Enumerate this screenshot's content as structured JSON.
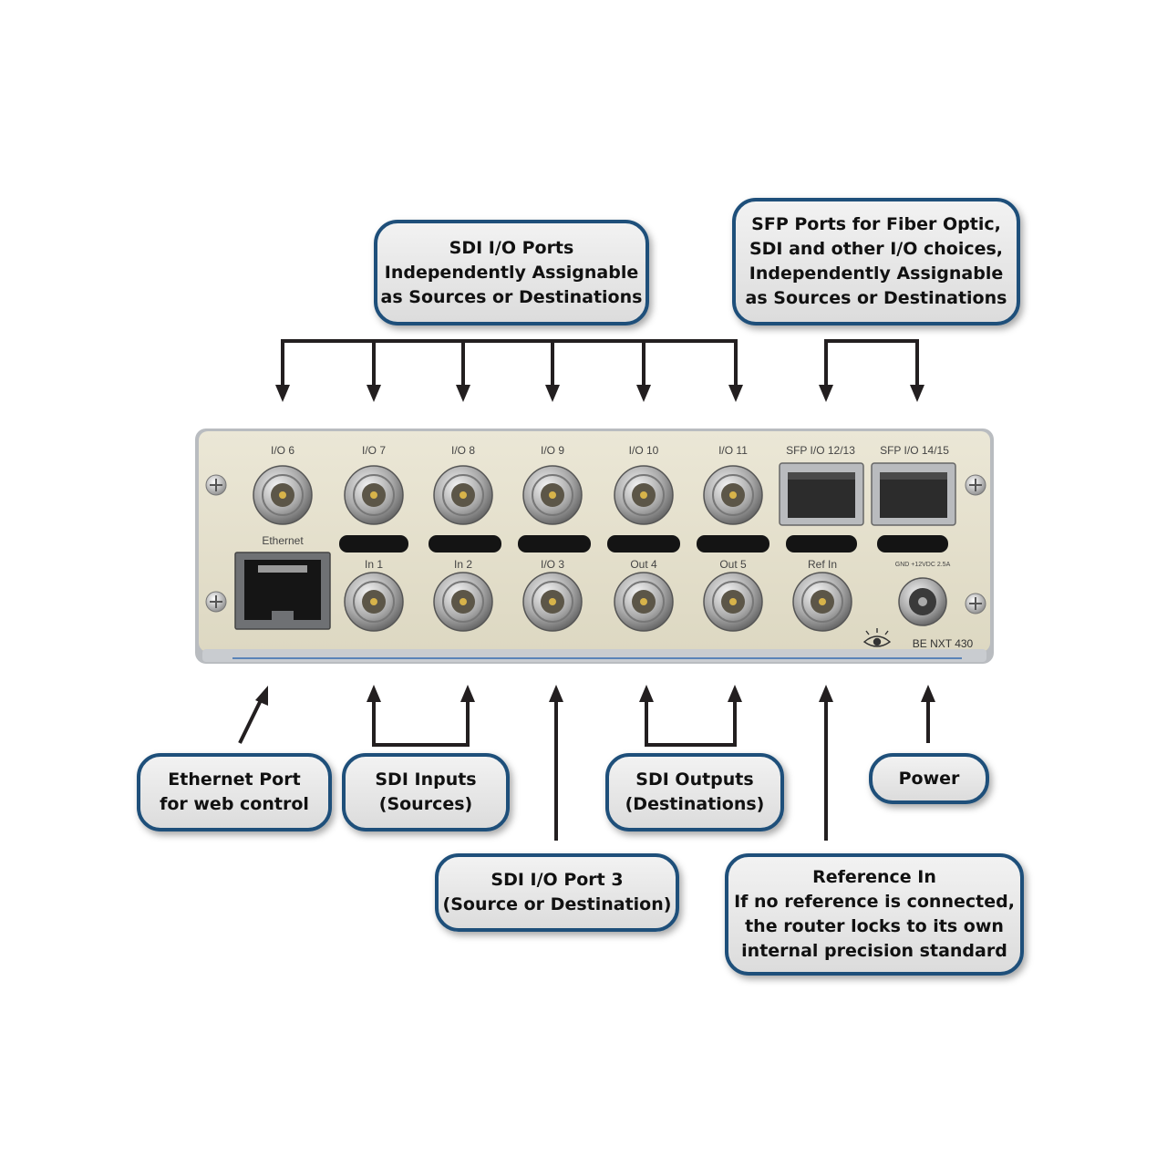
{
  "callouts": {
    "sdi_io": [
      "SDI I/O Ports",
      "Independently Assignable",
      "as Sources or Destinations"
    ],
    "sfp": [
      "SFP Ports for Fiber Optic,",
      "SDI and other I/O choices,",
      "Independently Assignable",
      "as Sources or Destinations"
    ],
    "ethernet": [
      "Ethernet Port",
      "for web control"
    ],
    "sdi_inputs": [
      "SDI Inputs",
      "(Sources)"
    ],
    "sdi_outputs": [
      "SDI Outputs",
      "(Destinations)"
    ],
    "power": [
      "Power"
    ],
    "sdi_port3": [
      "SDI I/O Port 3",
      "(Source or Destination)"
    ],
    "reference": [
      "Reference In",
      "If no reference is connected,",
      "the router locks to its own",
      "internal precision standard"
    ]
  },
  "panel": {
    "top_labels": [
      "I/O 6",
      "I/O 7",
      "I/O 8",
      "I/O 9",
      "I/O 10",
      "I/O 11"
    ],
    "sfp_labels": [
      "SFP I/O 12/13",
      "SFP I/O 14/15"
    ],
    "ethernet_label": "Ethernet",
    "bottom_labels": [
      "In 1",
      "In 2",
      "I/O 3",
      "Out 4",
      "Out 5",
      "Ref In"
    ],
    "power_label": "GND +12VDC 2.5A",
    "model": "BE NXT 430"
  },
  "colors": {
    "callout_border": "#1e4f7a",
    "panel_face": "#e6e2cf",
    "arrow": "#231f20"
  }
}
